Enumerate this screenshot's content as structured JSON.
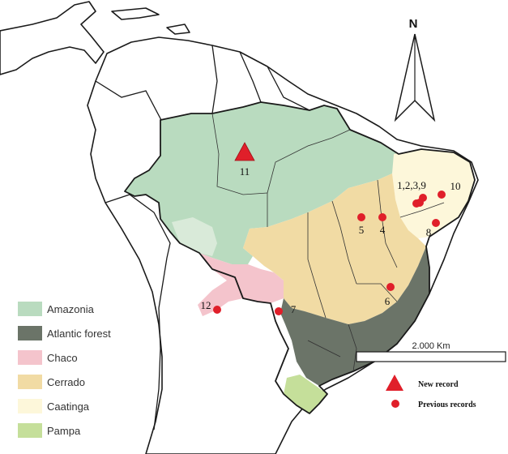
{
  "colors": {
    "amazonia": "#b9dbbf",
    "atlantic_forest": "#6b7468",
    "chaco": "#f4c4cc",
    "cerrado": "#f1dba4",
    "caatinga": "#fdf7da",
    "pampa": "#c5df9a",
    "marker": "#e01f2a",
    "outline": "#1a1a1a"
  },
  "legend": {
    "biomes": [
      {
        "label": "Amazonia",
        "color": "#b9dbbf"
      },
      {
        "label": "Atlantic forest",
        "color": "#6b7468"
      },
      {
        "label": "Chaco",
        "color": "#f4c4cc"
      },
      {
        "label": "Cerrado",
        "color": "#f1dba4"
      },
      {
        "label": "Caatinga",
        "color": "#fdf7da"
      },
      {
        "label": "Pampa",
        "color": "#c5df9a"
      }
    ],
    "new_record": "New record",
    "previous_records": "Previous records"
  },
  "scale_label": "2.000 Km",
  "north_label": "N",
  "records": {
    "new": [
      {
        "label": "11"
      }
    ],
    "previous": [
      {
        "label": "1,2,3,9"
      },
      {
        "label": "10"
      },
      {
        "label": "5"
      },
      {
        "label": "4"
      },
      {
        "label": "8"
      },
      {
        "label": "6"
      },
      {
        "label": "7"
      },
      {
        "label": "12"
      }
    ]
  }
}
